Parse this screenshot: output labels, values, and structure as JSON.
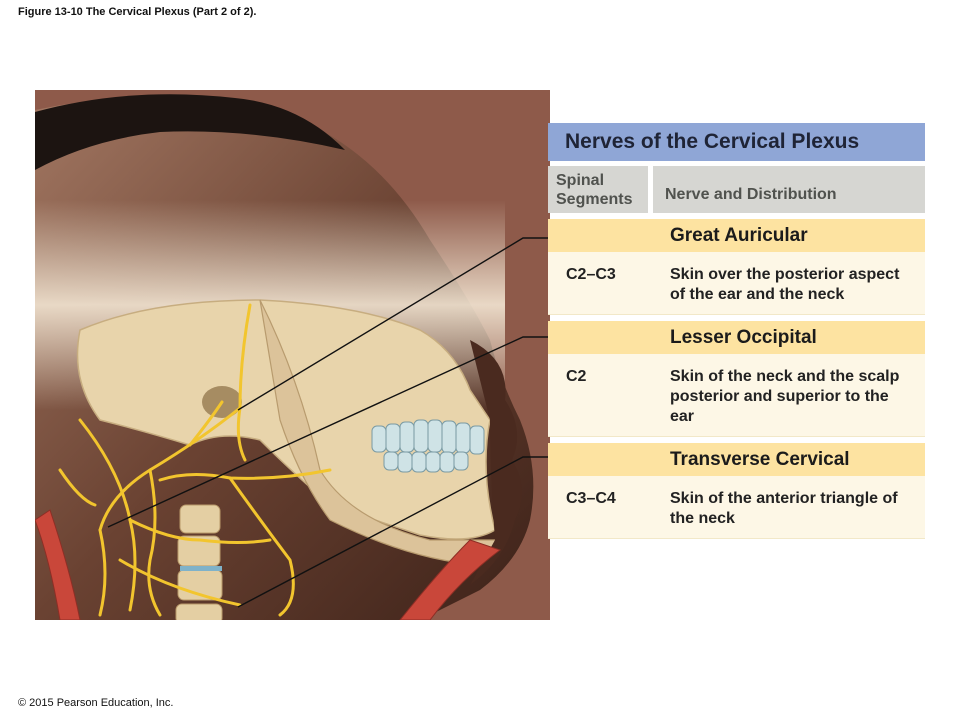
{
  "figure": {
    "caption": "Figure 13-10 The Cervical Plexus (Part 2 of 2).",
    "copyright": "© 2015 Pearson Education, Inc."
  },
  "table": {
    "title": "Nerves of the Cervical Plexus",
    "col_segments": "Spinal Segments",
    "col_nerve": "Nerve and Distribution",
    "rows": [
      {
        "nerve": "Great Auricular",
        "segments": "C2–C3",
        "distribution": "Skin over the posterior aspect of the ear and the neck"
      },
      {
        "nerve": "Lesser Occipital",
        "segments": "C2",
        "distribution": "Skin of the neck and the scalp posterior and superior to the ear"
      },
      {
        "nerve": "Transverse Cervical",
        "segments": "C3–C4",
        "distribution": "Skin of the anterior triangle of the neck"
      }
    ]
  },
  "colors": {
    "title_bar": "#8fa6d6",
    "header_cells": "#d6d6d2",
    "nerve_header": "#fde3a1",
    "nerve_body": "#fdf7e6",
    "nerve_lines": "#f2c52e",
    "skin": "#6b4433",
    "bone": "#e8d4ab",
    "muscle": "#c9473a"
  }
}
